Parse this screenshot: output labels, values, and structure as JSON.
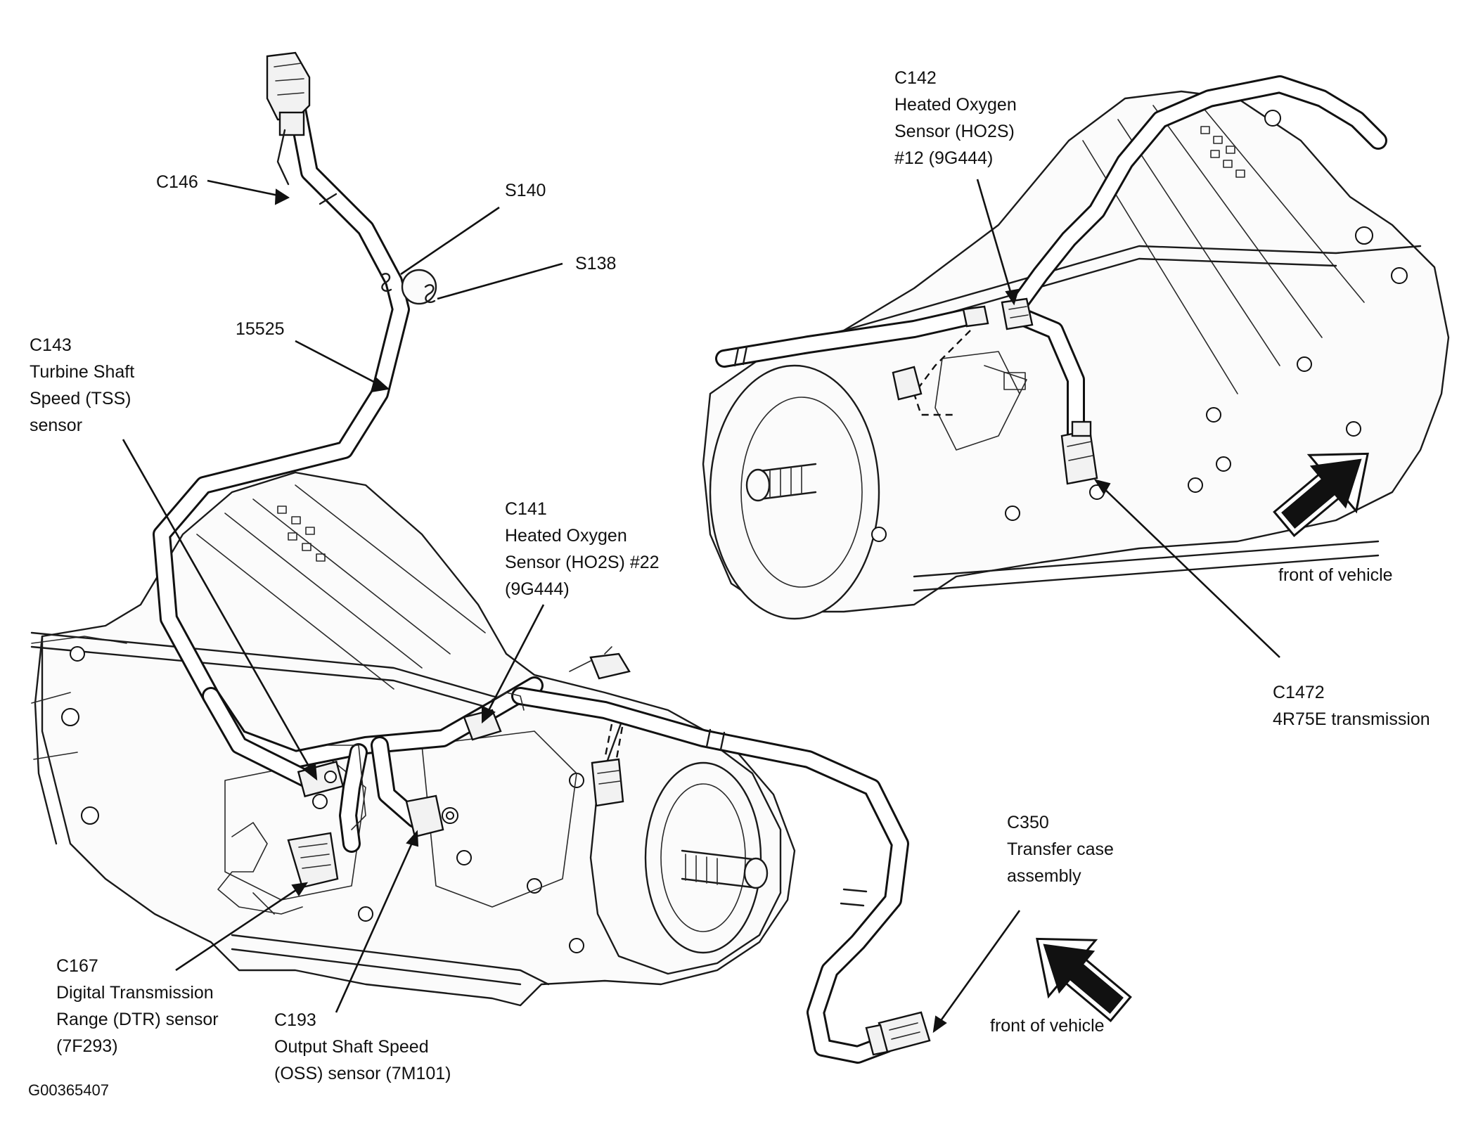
{
  "labels": {
    "c146": "C146",
    "s140": "S140",
    "s138": "S138",
    "harness": "15525",
    "c143": [
      "C143",
      "Turbine Shaft",
      "Speed (TSS)",
      "sensor"
    ],
    "c141": [
      "C141",
      "Heated Oxygen",
      "Sensor (HO2S) #22",
      "(9G444)"
    ],
    "c142": [
      "C142",
      "Heated Oxygen",
      "Sensor (HO2S)",
      "#12 (9G444)"
    ],
    "c1472": [
      "C1472",
      "4R75E transmission"
    ],
    "c350": [
      "C350",
      "Transfer case",
      "assembly"
    ],
    "c167": [
      "C167",
      "Digital Transmission",
      "Range (DTR) sensor",
      "(7F293)"
    ],
    "c193": [
      "C193",
      "Output Shaft Speed",
      "(OSS) sensor (7M101)"
    ],
    "front_upper": "front of vehicle",
    "front_lower": "front of vehicle",
    "figure_id": "G00365407"
  },
  "icons": {
    "direction_arrow": "front-arrow-icon",
    "splice": "splice-icon",
    "connector": "connector-icon"
  },
  "colors": {
    "ink": "#111111",
    "paper": "#ffffff"
  }
}
